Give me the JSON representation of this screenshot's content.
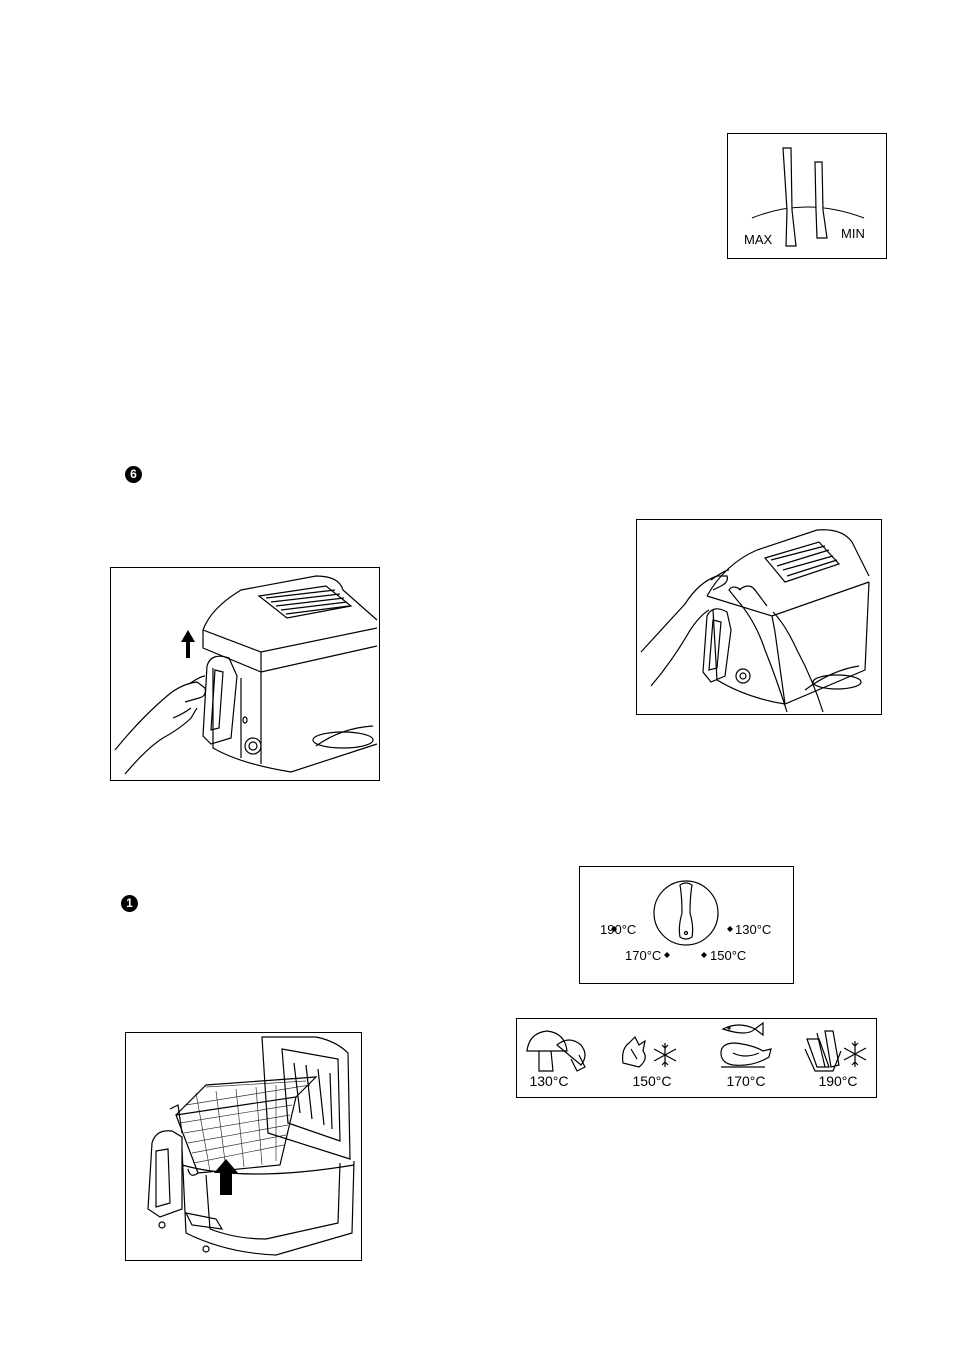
{
  "level_gauge": {
    "max_label": "MAX",
    "min_label": "MIN"
  },
  "step_badges": {
    "lid_step": "6",
    "basket_step": "1"
  },
  "thermostat_dial": {
    "left_top": "190°C",
    "right_top": "130°C",
    "left_bottom": "170°C",
    "right_bottom": "150°C"
  },
  "food_guide": {
    "items": [
      {
        "icon": "mushroom-icon",
        "temp": "130°C"
      },
      {
        "icon": "frozen-vegetable-icon",
        "temp": "150°C"
      },
      {
        "icon": "fish-chicken-icon",
        "temp": "170°C"
      },
      {
        "icon": "frozen-fries-icon",
        "temp": "190°C"
      }
    ]
  }
}
